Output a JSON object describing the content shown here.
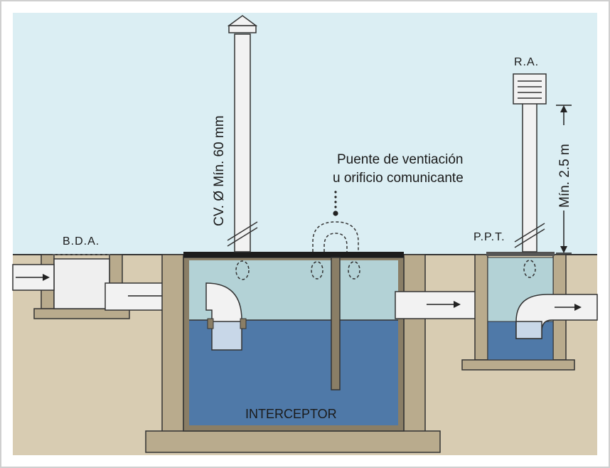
{
  "labels": {
    "bda": "B.D.A.",
    "ra": "R.A.",
    "ppt": "P.P.T.",
    "interceptor": "INTERCEPTOR",
    "vent_pipe": "CV. Ø Mín. 60 mm",
    "min_height": "Mín. 2.5 m",
    "bridge_line1": "Puente de ventiación",
    "bridge_line2": "u orificio comunicante"
  },
  "colors": {
    "sky": "#dbeef3",
    "soil": "#d8ccb2",
    "soil_dark": "#b9ab8d",
    "water_dark": "#4f79a8",
    "water_light": "#b3d2d6",
    "pipe": "#f2f2f2",
    "outline": "#333333"
  }
}
